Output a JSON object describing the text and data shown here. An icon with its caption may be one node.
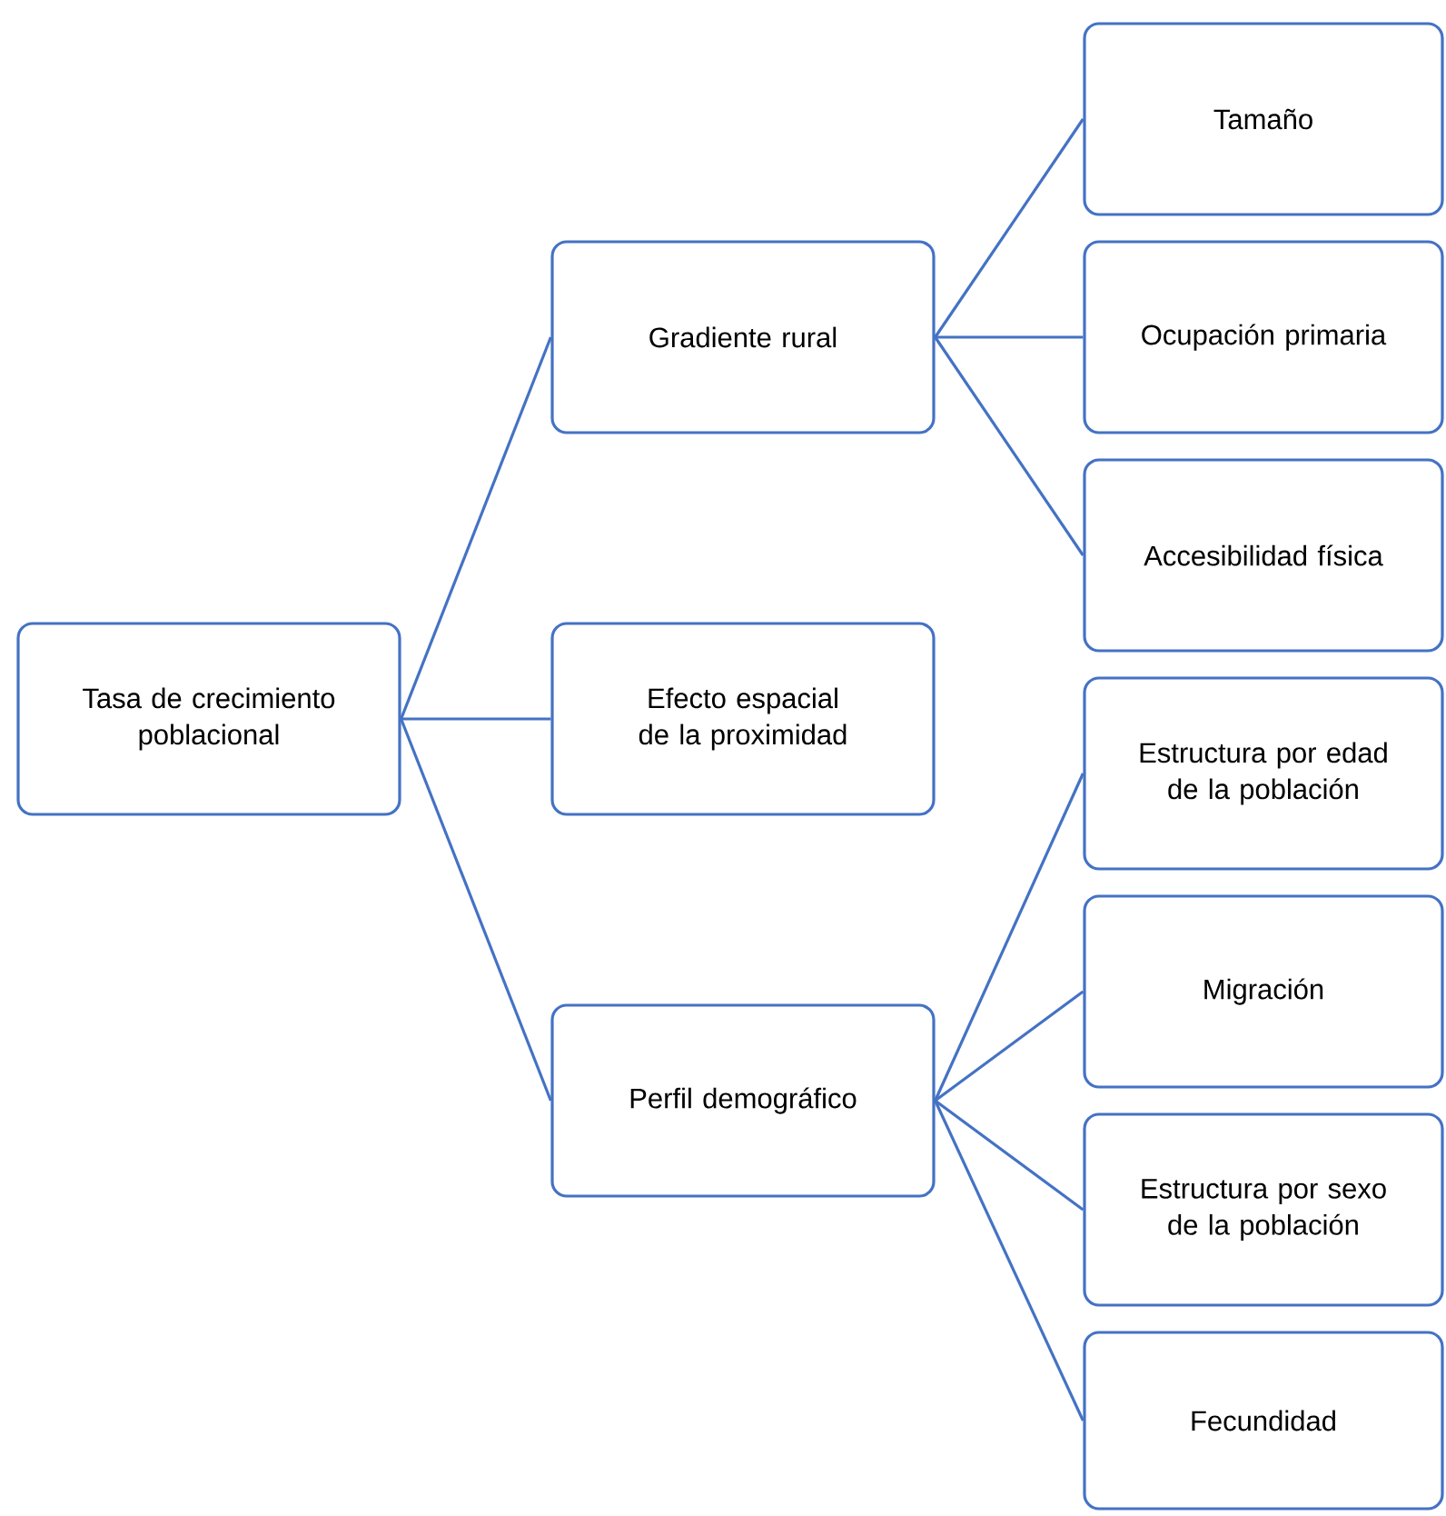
{
  "diagram": {
    "nodes": [
      {
        "text": [
          "Tasa de crecimiento poblacional"
        ]
      },
      {
        "text": [
          "Gradiente rural"
        ]
      },
      {
        "text": [
          "Efecto espacial de la proximidad"
        ]
      },
      {
        "text": [
          "Perfil demográfico"
        ]
      },
      {
        "text": [
          "Tamaño"
        ]
      },
      {
        "text": [
          "Ocupación primaria"
        ]
      },
      {
        "text": [
          "Accesibilidad física"
        ]
      },
      {
        "text": [
          "Estructura por edad de la población"
        ]
      },
      {
        "text": [
          "Migración"
        ]
      },
      {
        "text": [
          "Estructura por sexo de la población"
        ]
      },
      {
        "text": [
          "Fecundidad"
        ]
      }
    ],
    "edges": [
      {
        "from": 0,
        "to": 1,
        "arrow": "none"
      },
      {
        "from": 0,
        "to": 2,
        "arrow": "none"
      },
      {
        "from": 0,
        "to": 3,
        "arrow": "none"
      },
      {
        "from": 1,
        "to": 4,
        "arrow": "none"
      },
      {
        "from": 1,
        "to": 5,
        "arrow": "none"
      },
      {
        "from": 1,
        "to": 6,
        "arrow": "none"
      },
      {
        "from": 3,
        "to": 7,
        "arrow": "none"
      },
      {
        "from": 3,
        "to": 8,
        "arrow": "none"
      },
      {
        "from": 3,
        "to": 9,
        "arrow": "none"
      },
      {
        "from": 3,
        "to": 10,
        "arrow": "none"
      }
    ]
  }
}
